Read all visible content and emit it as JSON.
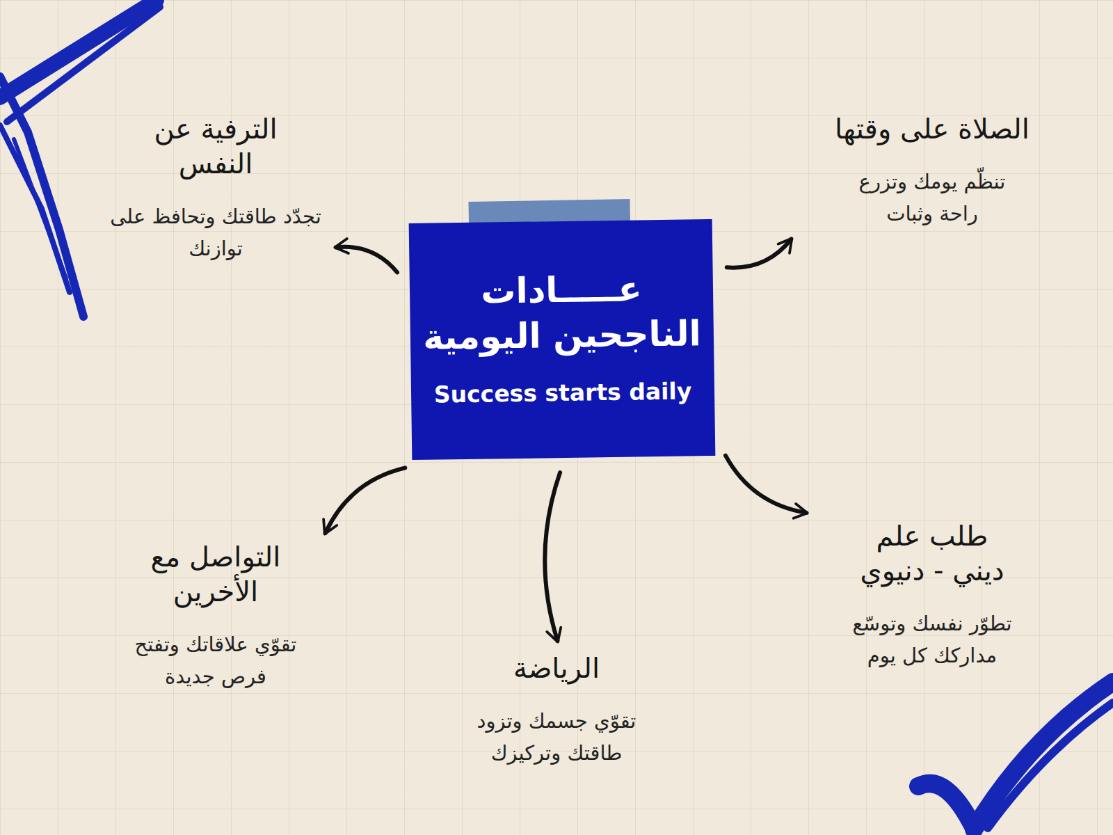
{
  "diagram": {
    "nodes": [
      {
        "text": [
          "عـــــادات الناجحين اليومية",
          "Success starts daily"
        ]
      },
      {
        "text": [
          "الصلاة على وقتها",
          "تنظّم يومك وتزرع راحة وثبات"
        ]
      },
      {
        "text": [
          "الترفية عن النفس",
          "تجدّد طاقتك وتحافظ على توازنك"
        ]
      },
      {
        "text": [
          "طلب علم ديني - دنيوي",
          "تطوّر نفسك وتوسّع مداركك كل يوم"
        ]
      },
      {
        "text": [
          "الرياضة",
          "تقوّي جسمك وتزود طاقتك وتركيزك"
        ]
      },
      {
        "text": [
          "التواصل مع الأخرين",
          "تقوّي علاقاتك وتفتح فرص جديدة"
        ]
      }
    ],
    "edges": [
      {
        "from": 0,
        "to": 1,
        "arrow": "to"
      },
      {
        "from": 0,
        "to": 2,
        "arrow": "to"
      },
      {
        "from": 0,
        "to": 3,
        "arrow": "to"
      },
      {
        "from": 0,
        "to": 4,
        "arrow": "to"
      },
      {
        "from": 0,
        "to": 5,
        "arrow": "to"
      }
    ]
  }
}
